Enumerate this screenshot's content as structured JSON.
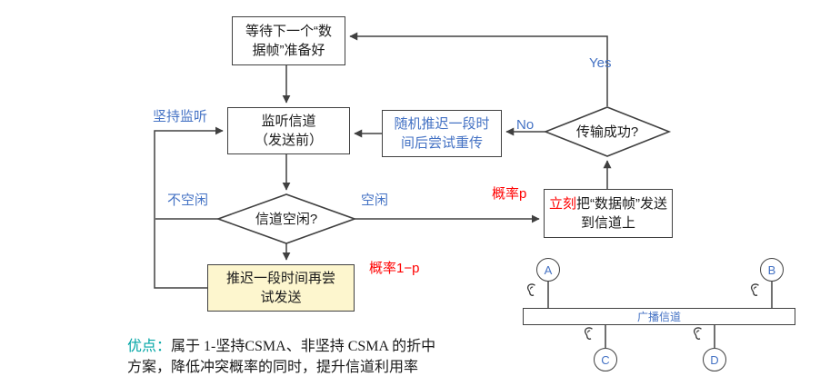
{
  "colors": {
    "line": "#404040",
    "blue": "#4472C4",
    "red": "#FF0000",
    "teal": "#00A5A5",
    "yellow_fill": "#FDF6CE"
  },
  "flowchart": {
    "wait_box": "等待下一个“数\n据帧”准备好",
    "listen_box": "监听信道\n（发送前）",
    "retry_box": "随机推迟一段时\n间后尝试重传",
    "success_diamond": "传输成功?",
    "idle_diamond": "信道空闲?",
    "defer_box": "推迟一段时间再尝\n试发送",
    "send_box_prefix": "立刻",
    "send_box_rest": "把“数据帧”发送到信道上",
    "labels": {
      "persist": "坚持监听",
      "yes": "Yes",
      "no": "No",
      "busy": "不空闲",
      "idle": "空闲",
      "prob_p": "概率p",
      "prob_1p": "概率1−p"
    }
  },
  "network": {
    "bus_label": "广播信道",
    "stations": [
      "A",
      "B",
      "C",
      "D"
    ]
  },
  "note": {
    "highlight": "优点：",
    "line1_rest": "属于 1-坚持CSMA、非坚持 CSMA 的折中",
    "line2": "方案，降低冲突概率的同时，提升信道利用率"
  }
}
